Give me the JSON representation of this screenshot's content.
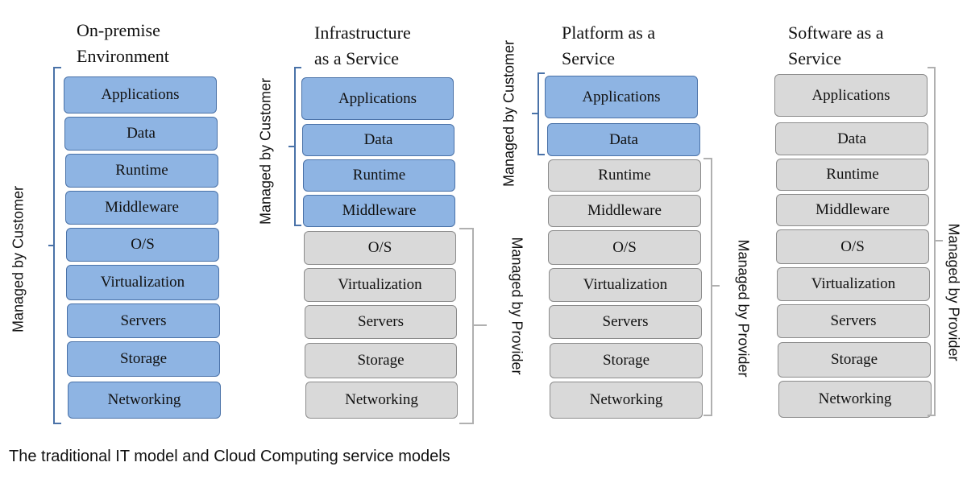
{
  "stacks": [
    {
      "title_line1": "On-premise",
      "title_line2": "Environment",
      "layers": [
        "Applications",
        "Data",
        "Runtime",
        "Middleware",
        "O/S",
        "Virtualization",
        "Servers",
        "Storage",
        "Networking"
      ],
      "customer_managed_count": 9
    },
    {
      "title_line1": "Infrastructure",
      "title_line2": "as a Service",
      "layers": [
        "Applications",
        "Data",
        "Runtime",
        "Middleware",
        "O/S",
        "Virtualization",
        "Servers",
        "Storage",
        "Networking"
      ],
      "customer_managed_count": 4
    },
    {
      "title_line1": "Platform as a",
      "title_line2": "Service",
      "layers": [
        "Applications",
        "Data",
        "Runtime",
        "Middleware",
        "O/S",
        "Virtualization",
        "Servers",
        "Storage",
        "Networking"
      ],
      "customer_managed_count": 2
    },
    {
      "title_line1": "Software as a",
      "title_line2": "Service",
      "layers": [
        "Applications",
        "Data",
        "Runtime",
        "Middleware",
        "O/S",
        "Virtualization",
        "Servers",
        "Storage",
        "Networking"
      ],
      "customer_managed_count": 0
    }
  ],
  "labels": {
    "managed_by_customer": "Managed by Customer",
    "managed_by_provider": "Managed by Provider"
  },
  "colors": {
    "customer_fill": "#8eb4e3",
    "customer_border": "#4a72a8",
    "provider_fill": "#d9d9d9",
    "provider_border": "#8c8c8c",
    "bracket_customer": "#4a72a8",
    "bracket_provider": "#b0b0b0"
  },
  "caption": "The traditional IT model and Cloud Computing service models"
}
